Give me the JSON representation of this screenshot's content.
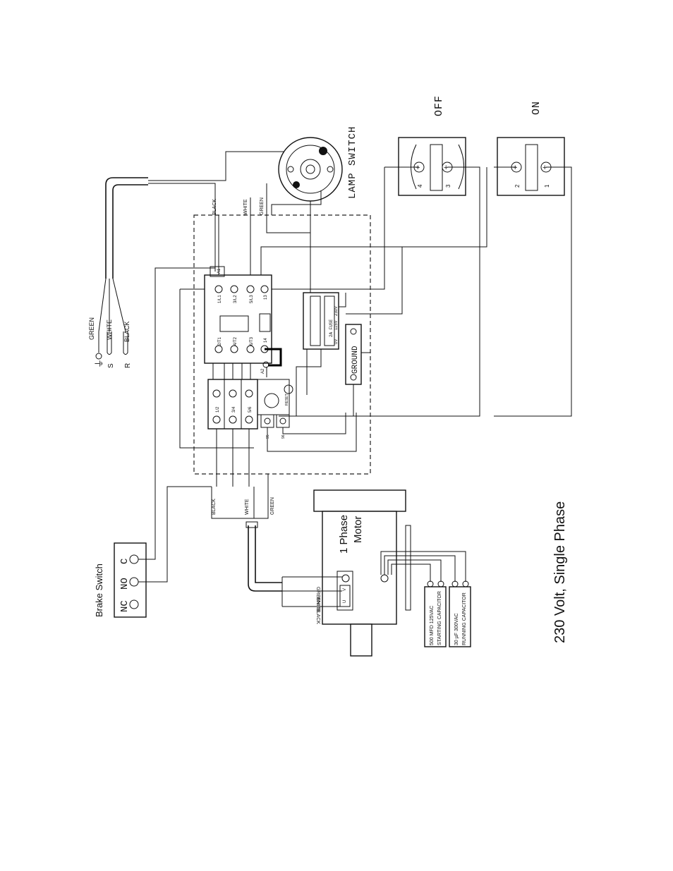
{
  "title": "230 Volt, Single Phase",
  "brake_switch": {
    "label": "Brake Switch",
    "terminals": [
      "NC",
      "NO",
      "C"
    ]
  },
  "lamp_switch": {
    "label": "LAMP SWITCH"
  },
  "main_switch": {
    "off_label": "OFF",
    "on_label": "ON",
    "off_terminals": [
      "4",
      "3"
    ],
    "on_terminals": [
      "2",
      "1"
    ]
  },
  "power_cord": {
    "wires": [
      {
        "symbol": "⏚",
        "color": "GREEN"
      },
      {
        "symbol": "S",
        "color": "WHITE"
      },
      {
        "symbol": "R",
        "color": "BLACK"
      }
    ]
  },
  "wire_labels": {
    "top": [
      "BLACK",
      "WHITE",
      "GREEN"
    ],
    "bottom": [
      "BLACK",
      "WHITE",
      "GREEN"
    ],
    "motor": [
      "GREEN",
      "WHITE",
      "BLACK"
    ]
  },
  "contactor": {
    "top_terminals": [
      "1/L1",
      "3/L2",
      "5/L3",
      "13"
    ],
    "bottom_terminals": [
      "2/T1",
      "4/T2",
      "6/T3",
      "14"
    ],
    "coil_a1": "A1",
    "coil_a2": "A2"
  },
  "overload": {
    "terminals": [
      "1/2",
      "3/4",
      "5/6"
    ],
    "reset": "RESET",
    "aux": [
      "95",
      "96"
    ]
  },
  "transformer": {
    "fuse": "2A FUSE",
    "taps": [
      "0V",
      "115V",
      "230V"
    ]
  },
  "ground": {
    "label": "GROUND"
  },
  "motor": {
    "label_line1": "1 Phase",
    "label_line2": "Motor",
    "terminals": [
      "U",
      "V"
    ]
  },
  "capacitors": [
    {
      "line1": "500 MFD 125VAC",
      "line2": "STARTING CAPACITOR"
    },
    {
      "line1": "30 µF 300VAC",
      "line2": "RUNNING CAPACITOR"
    }
  ]
}
